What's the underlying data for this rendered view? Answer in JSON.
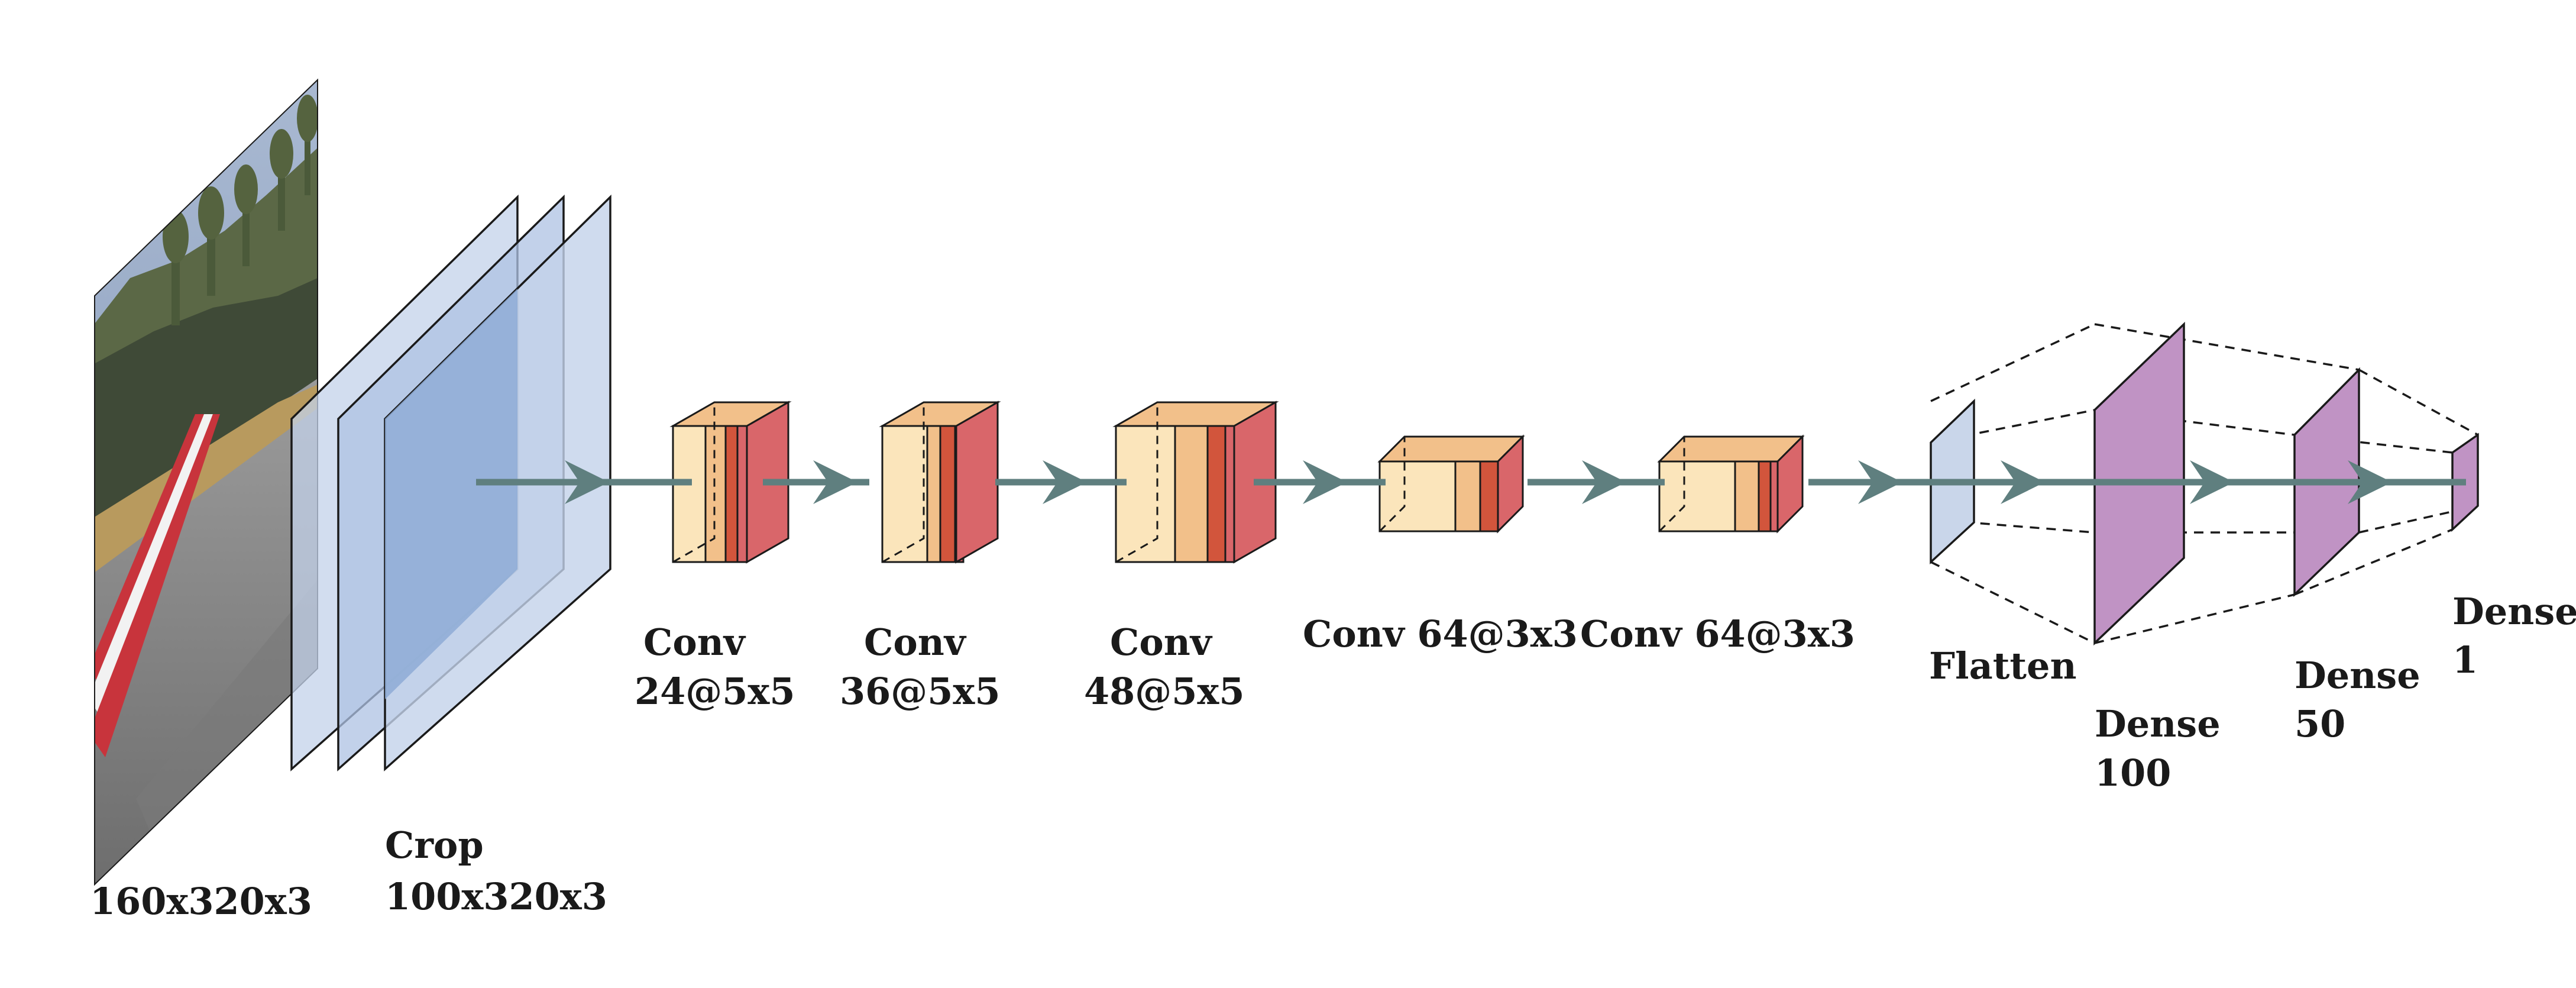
{
  "input": {
    "label_line1": "160x320x3",
    "scene": {
      "sky": "#8aa0bf",
      "hills": "#6f7c5a",
      "road": "#8d8d8d",
      "curb_red": "#c8343c",
      "curb_white": "#f2f2f2",
      "sand": "#b89a5e"
    }
  },
  "crop": {
    "label_line1": "Crop",
    "label_line2": "100x320x3",
    "fill": "#aabfe0",
    "fill_center": "#8eacd6"
  },
  "conv_layers": [
    {
      "label_line1": "Conv",
      "label_line2": "24@5x5"
    },
    {
      "label_line1": "Conv",
      "label_line2": "36@5x5"
    },
    {
      "label_line1": "Conv",
      "label_line2": "48@5x5"
    },
    {
      "label_line1": "Conv 64@3x3",
      "label_line2": ""
    },
    {
      "label_line1": "Conv 64@3x3",
      "label_line2": ""
    }
  ],
  "flatten": {
    "label_line1": "Flatten",
    "fill": "#c9d6ea"
  },
  "dense_layers": [
    {
      "label_line1": "Dense",
      "label_line2": "100"
    },
    {
      "label_line1": "Dense",
      "label_line2": "50"
    },
    {
      "label_line1": "Dense",
      "label_line2": "1"
    }
  ],
  "colors": {
    "conv_light": "#fbe5bb",
    "conv_mid": "#f2c08a",
    "conv_dark": "#d2553c",
    "conv_side": "#d9666a",
    "dense": "#c093c4",
    "arrow": "#5f7f7f"
  }
}
